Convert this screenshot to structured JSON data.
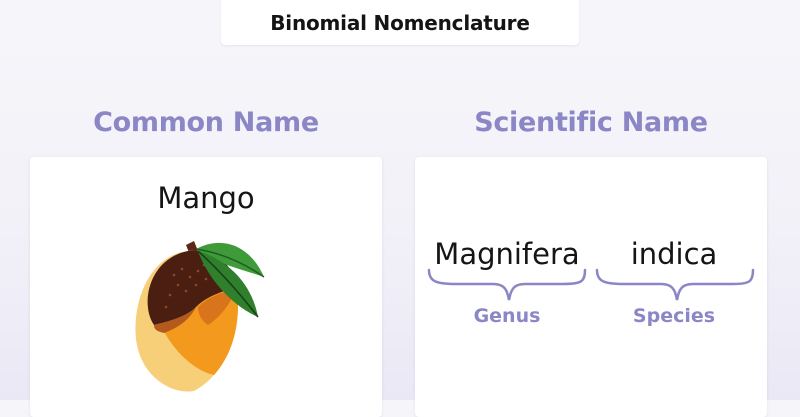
{
  "title": "Binomial Nomenclature",
  "common": {
    "heading": "Common Name",
    "name": "Mango"
  },
  "scientific": {
    "heading": "Scientific Name",
    "genus_word": "Magnifera",
    "species_word": "indica",
    "genus_label": "Genus",
    "species_label": "Species"
  },
  "colors": {
    "accent": "#8b86c5",
    "leaf": "#3f9a3a",
    "mango_orange": "#f39a1e",
    "mango_dark": "#4a1f12"
  },
  "icons": [
    "mango-icon",
    "leaf-icon",
    "curly-brace-icon"
  ]
}
